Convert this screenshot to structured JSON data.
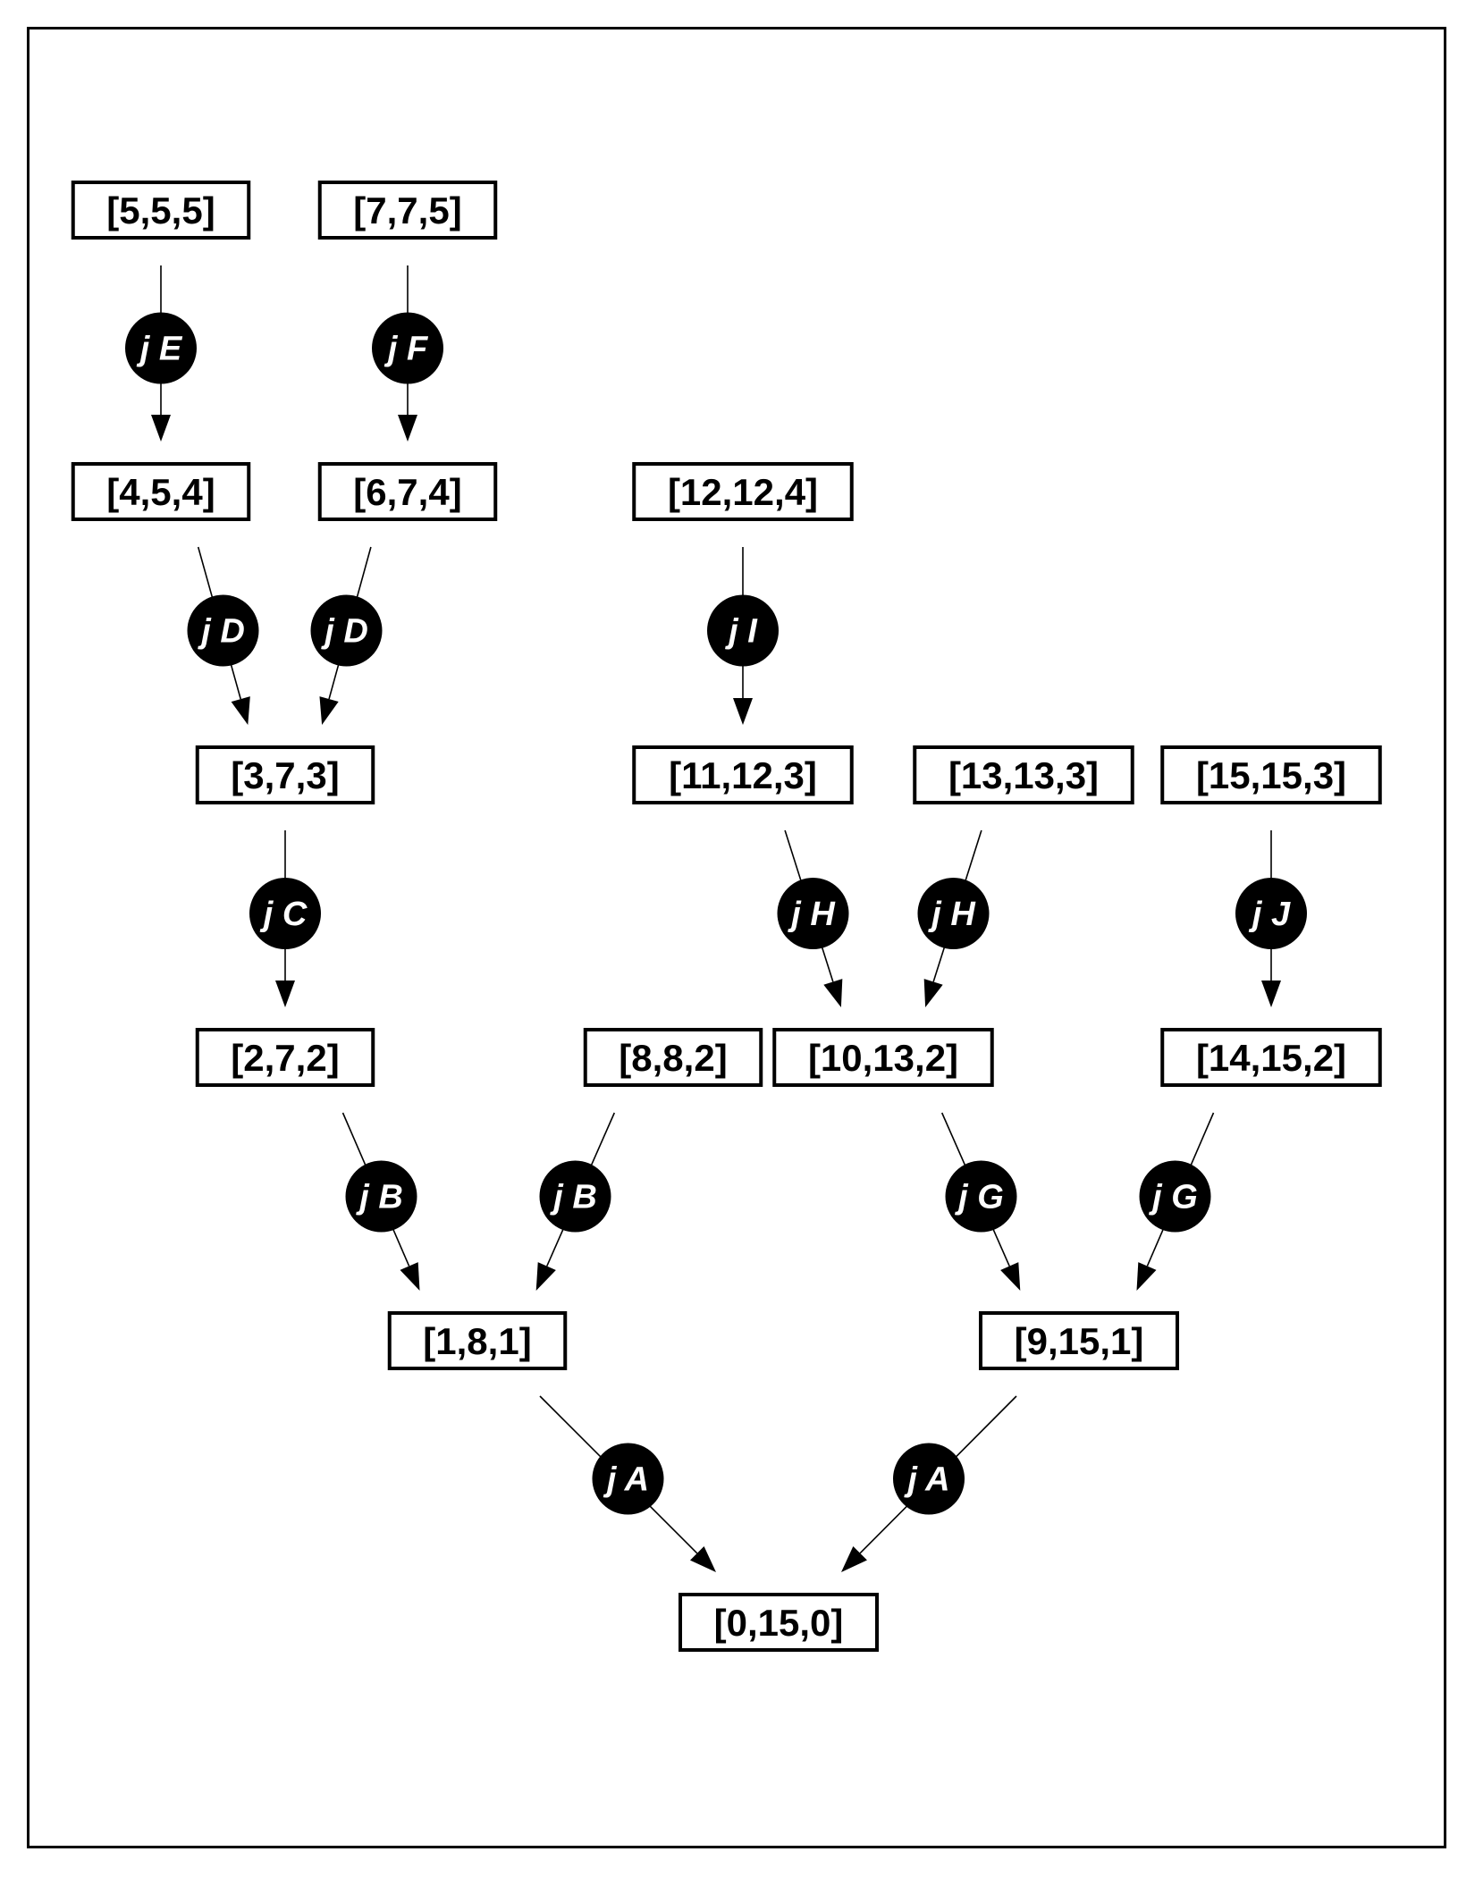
{
  "diagram": {
    "nodes": [
      {
        "id": "n555",
        "label": "[5,5,5]"
      },
      {
        "id": "n775",
        "label": "[7,7,5]"
      },
      {
        "id": "n454",
        "label": "[4,5,4]"
      },
      {
        "id": "n674",
        "label": "[6,7,4]"
      },
      {
        "id": "n12124",
        "label": "[12,12,4]"
      },
      {
        "id": "n373",
        "label": "[3,7,3]"
      },
      {
        "id": "n11123",
        "label": "[11,12,3]"
      },
      {
        "id": "n13133",
        "label": "[13,13,3]"
      },
      {
        "id": "n15153",
        "label": "[15,15,3]"
      },
      {
        "id": "n272",
        "label": "[2,7,2]"
      },
      {
        "id": "n882",
        "label": "[8,8,2]"
      },
      {
        "id": "n10132",
        "label": "[10,13,2]"
      },
      {
        "id": "n14152",
        "label": "[14,15,2]"
      },
      {
        "id": "n181",
        "label": "[1,8,1]"
      },
      {
        "id": "n9151",
        "label": "[9,15,1]"
      },
      {
        "id": "n0150",
        "label": "[0,15,0]"
      }
    ],
    "edges": [
      {
        "from": "n555",
        "to": "n454",
        "join": "j E"
      },
      {
        "from": "n775",
        "to": "n674",
        "join": "j F"
      },
      {
        "from": "n454",
        "to": "n373",
        "join": "j D"
      },
      {
        "from": "n674",
        "to": "n373",
        "join": "j D"
      },
      {
        "from": "n12124",
        "to": "n11123",
        "join": "j I"
      },
      {
        "from": "n373",
        "to": "n272",
        "join": "j C"
      },
      {
        "from": "n11123",
        "to": "n10132",
        "join": "j H"
      },
      {
        "from": "n13133",
        "to": "n10132",
        "join": "j H"
      },
      {
        "from": "n15153",
        "to": "n14152",
        "join": "j J"
      },
      {
        "from": "n272",
        "to": "n181",
        "join": "j B"
      },
      {
        "from": "n882",
        "to": "n181",
        "join": "j B"
      },
      {
        "from": "n10132",
        "to": "n9151",
        "join": "j G"
      },
      {
        "from": "n14152",
        "to": "n9151",
        "join": "j G"
      },
      {
        "from": "n181",
        "to": "n0150",
        "join": "j A"
      },
      {
        "from": "n9151",
        "to": "n0150",
        "join": "j A"
      }
    ]
  }
}
